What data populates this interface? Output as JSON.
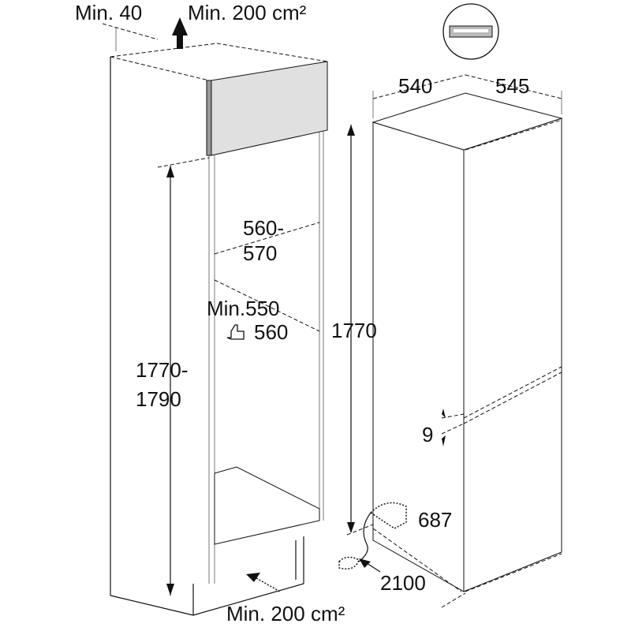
{
  "niche": {
    "top_clearance": "Min. 40",
    "top_vent": "Min. 200 cm²",
    "width_line1": "560-",
    "width_line2": "570",
    "depth_min": "Min.550",
    "depth_recommended": "560",
    "height_line1": "1770-",
    "height_line2": "1790",
    "bottom_vent": "Min. 200 cm²"
  },
  "appliance": {
    "width": "540",
    "depth": "545",
    "height": "1770",
    "door_gap": "9",
    "cable_height": "687",
    "cable_length": "2100"
  },
  "icons": [
    "vent-grille-icon",
    "thumbs-up-icon",
    "power-plug-icon"
  ]
}
